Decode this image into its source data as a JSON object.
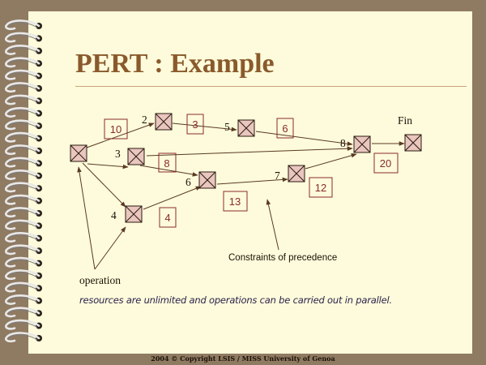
{
  "slide": {
    "title": "PERT : Example",
    "note": "resources are unlimited and operations can be carried out in parallel.",
    "footer": "2004 © Copyright LSIS / MISS University of Genoa"
  },
  "colors": {
    "page": "#fdfbdb",
    "frame": "#8f7a62",
    "title": "#8a5a2c",
    "node_fill": "#e9c6be",
    "duration": "#8b2b2b",
    "arrow": "#5a3a22"
  },
  "diagram": {
    "nodes": [
      {
        "id": "start",
        "label": ""
      },
      {
        "id": "n2",
        "label": "2"
      },
      {
        "id": "n3",
        "label": "3"
      },
      {
        "id": "n4",
        "label": "4"
      },
      {
        "id": "n5",
        "label": "5"
      },
      {
        "id": "n6",
        "label": "6"
      },
      {
        "id": "n7",
        "label": "7"
      },
      {
        "id": "n8",
        "label": "8"
      },
      {
        "id": "fin",
        "label": "Fin"
      }
    ],
    "durations": [
      {
        "id": "d10",
        "value": "10"
      },
      {
        "id": "d3",
        "value": "3"
      },
      {
        "id": "d6",
        "value": "6"
      },
      {
        "id": "d8",
        "value": "8"
      },
      {
        "id": "d20",
        "value": "20"
      },
      {
        "id": "d12",
        "value": "12"
      },
      {
        "id": "d13",
        "value": "13"
      },
      {
        "id": "d4",
        "value": "4"
      }
    ],
    "edges": [
      {
        "from": "start",
        "to": "n2"
      },
      {
        "from": "start",
        "to": "n3"
      },
      {
        "from": "start",
        "to": "n4"
      },
      {
        "from": "n2",
        "to": "n5"
      },
      {
        "from": "n5",
        "to": "n8"
      },
      {
        "from": "n3",
        "to": "n8"
      },
      {
        "from": "n3",
        "to": "n6"
      },
      {
        "from": "n4",
        "to": "n6"
      },
      {
        "from": "n6",
        "to": "n7"
      },
      {
        "from": "n7",
        "to": "n8"
      },
      {
        "from": "n8",
        "to": "fin"
      }
    ],
    "annotations": {
      "constraints": "Constraints of precedence",
      "operation": "operation"
    }
  }
}
